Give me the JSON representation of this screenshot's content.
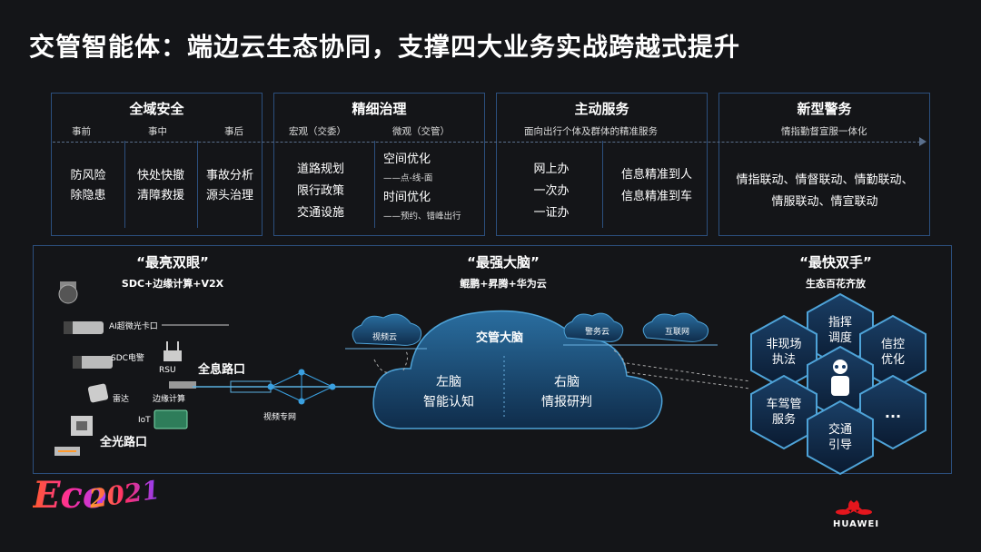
{
  "title": "交管智能体：端边云生态协同，支撑四大业务实战跨越式提升",
  "boxes": [
    {
      "title": "全域安全",
      "subs": [
        "事前",
        "事中",
        "事后"
      ],
      "cols": [
        [
          "防风险",
          "除隐患"
        ],
        [
          "快处快撤",
          "清障救援"
        ],
        [
          "事故分析",
          "源头治理"
        ]
      ]
    },
    {
      "title": "精细治理",
      "subs": [
        "宏观（交委）",
        "微观（交管）"
      ],
      "left": [
        "道路规划",
        "限行政策",
        "交通设施"
      ],
      "right": {
        "l1": "空间优化",
        "l2": "——点-线-面",
        "l3": "时间优化",
        "l4": "——预约、错峰出行"
      }
    },
    {
      "title": "主动服务",
      "sub": "面向出行个体及群体的精准服务",
      "left": [
        "网上办",
        "一次办",
        "一证办"
      ],
      "right": [
        "信息精准到人",
        "信息精准到车"
      ]
    },
    {
      "title": "新型警务",
      "sub": "情指勤督宣服一体化",
      "lines": [
        "情指联动、情督联动、情勤联动、",
        "情服联动、情宣联动"
      ]
    }
  ],
  "eyes": {
    "title": "“最亮双眼”",
    "sub": "SDC+边缘计算+V2X",
    "labels": {
      "ai": "AI超微光卡口",
      "sdc": "SDC电警",
      "radar": "雷达",
      "iot": "IoT",
      "rsu": "RSU",
      "edge": "边缘计算",
      "holo": "全息路口",
      "allopt": "全光路口",
      "net": "视频专网"
    }
  },
  "brain": {
    "title": "“最强大脑”",
    "sub": "鲲鹏+昇腾+华为云",
    "clouds": {
      "video": "视频云",
      "police": "警务云",
      "internet": "互联网",
      "main": "交管大脑"
    },
    "left": [
      "左脑",
      "智能认知"
    ],
    "right": [
      "右脑",
      "情报研判"
    ]
  },
  "hands": {
    "title": "“最快双手”",
    "sub": "生态百花齐放",
    "hexes": [
      [
        "指挥",
        "调度"
      ],
      [
        "非现场",
        "执法"
      ],
      [
        "信控",
        "优化"
      ],
      [
        "车驾管",
        "服务"
      ],
      [
        "交通",
        "引导"
      ],
      [
        "..."
      ]
    ]
  },
  "footer": {
    "brand": "HUAWEI",
    "eco": "Eco",
    "year": "2021"
  }
}
